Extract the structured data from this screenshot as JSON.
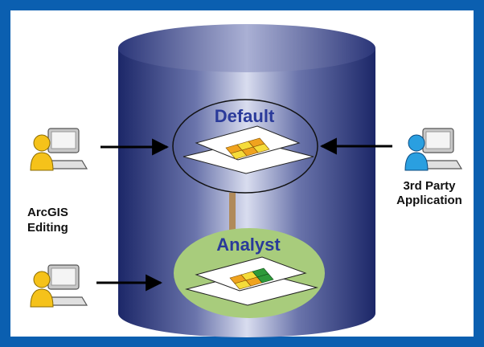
{
  "labels": {
    "default_version": "Default",
    "analyst_version": "Analyst",
    "arcgis_editing_line1": "ArcGIS",
    "arcgis_editing_line2": "Editing",
    "third_party_line1": "3rd Party",
    "third_party_line2": "Application"
  },
  "colors": {
    "frame_blue": "#0b5fb0",
    "cylinder_navy": "#1e2a6a",
    "cylinder_light": "#d8dced",
    "version_label_blue": "#2a3a9a",
    "analyst_ellipse_green": "#a8cc7c",
    "user_yellow": "#f5c21a",
    "user_blue": "#2a9fe0",
    "cell_orange": "#f0a31e",
    "cell_yellow": "#f5dc3a",
    "cell_green": "#2e9a3a",
    "connector_tan": "#b08a5a"
  },
  "icons": {
    "editing_user_top": "user-computer-icon",
    "editing_user_bottom": "user-computer-icon",
    "third_party_user": "user-computer-icon",
    "default_layer": "map-layer-icon",
    "analyst_layer": "map-layer-icon"
  }
}
